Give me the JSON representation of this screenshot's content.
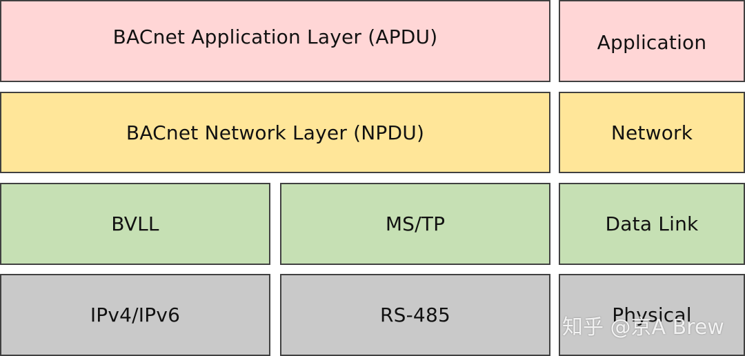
{
  "layers": {
    "application": {
      "bacnet": "BACnet Application Layer (APDU)",
      "osi": "Application",
      "color": "#ffd6d6"
    },
    "network": {
      "bacnet": "BACnet Network Layer (NPDU)",
      "osi": "Network",
      "color": "#ffe699"
    },
    "data_link": {
      "left": "BVLL",
      "right": "MS/TP",
      "osi": "Data Link",
      "color": "#c6e0b4"
    },
    "physical": {
      "left": "IPv4/IPv6",
      "right": "RS-485",
      "osi": "Physical",
      "color": "#c9c9c9"
    }
  },
  "watermark": {
    "text": "知乎 @京A Brew"
  }
}
